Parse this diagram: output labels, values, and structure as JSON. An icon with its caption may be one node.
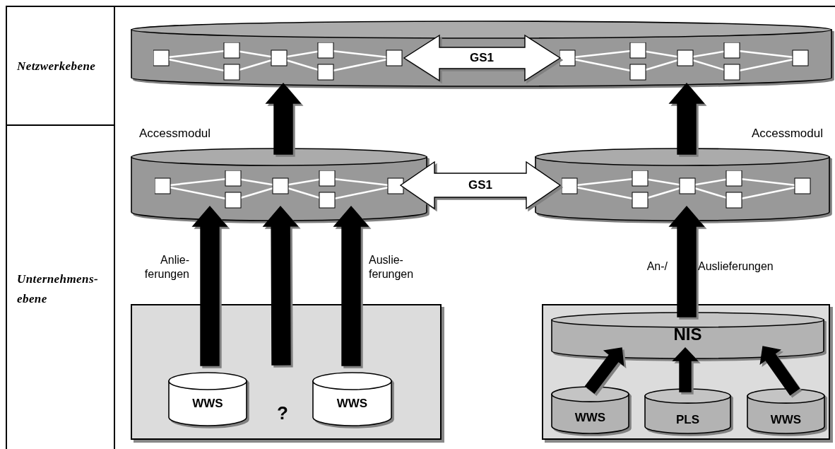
{
  "diagram": {
    "nodes": [
      {
        "text": [
          "Netzwerkebene"
        ]
      },
      {
        "text": [
          "Unternehmens- ebene"
        ]
      },
      {
        "text": [],
        "shape": "cylinder"
      },
      {
        "text": [
          "Accessmodul"
        ]
      },
      {
        "text": [
          "Accessmodul"
        ]
      },
      {
        "text": [],
        "shape": "box"
      },
      {
        "text": [
          "WWS"
        ],
        "in": 5
      },
      {
        "text": [
          "?"
        ],
        "in": 5
      },
      {
        "text": [
          "WWS"
        ],
        "in": 5
      },
      {
        "text": [],
        "shape": "box"
      },
      {
        "text": [
          "NIS"
        ],
        "in": 9
      },
      {
        "text": [
          "WWS"
        ],
        "in": 9
      },
      {
        "text": [
          "PLS"
        ],
        "in": 9
      },
      {
        "text": [
          "WWS"
        ],
        "in": 9
      }
    ],
    "edges": [
      {
        "from": 3,
        "to": 2,
        "arrow": "to",
        "style": "thick"
      },
      {
        "from": 4,
        "to": 2,
        "arrow": "to",
        "style": "thick"
      },
      {
        "from": 3,
        "to": 4,
        "arrow": "both",
        "label": "GS1"
      },
      {
        "from": 6,
        "to": 3,
        "arrow": "to",
        "style": "thick",
        "label": "Anlie- ferungen"
      },
      {
        "from": 7,
        "to": 3,
        "arrow": "to",
        "style": "thick"
      },
      {
        "from": 8,
        "to": 3,
        "arrow": "to",
        "style": "thick",
        "label": "Auslie- ferungen"
      },
      {
        "from": 10,
        "to": 4,
        "arrow": "to",
        "style": "thick",
        "label": "An-/"
      },
      {
        "from": 11,
        "to": 10,
        "arrow": "to",
        "style": "thick"
      },
      {
        "from": 12,
        "to": 10,
        "arrow": "to",
        "style": "thick"
      },
      {
        "from": 13,
        "to": 10,
        "arrow": "to",
        "style": "thick"
      }
    ],
    "labels": [
      "GS1",
      "Auslieferungen"
    ]
  }
}
